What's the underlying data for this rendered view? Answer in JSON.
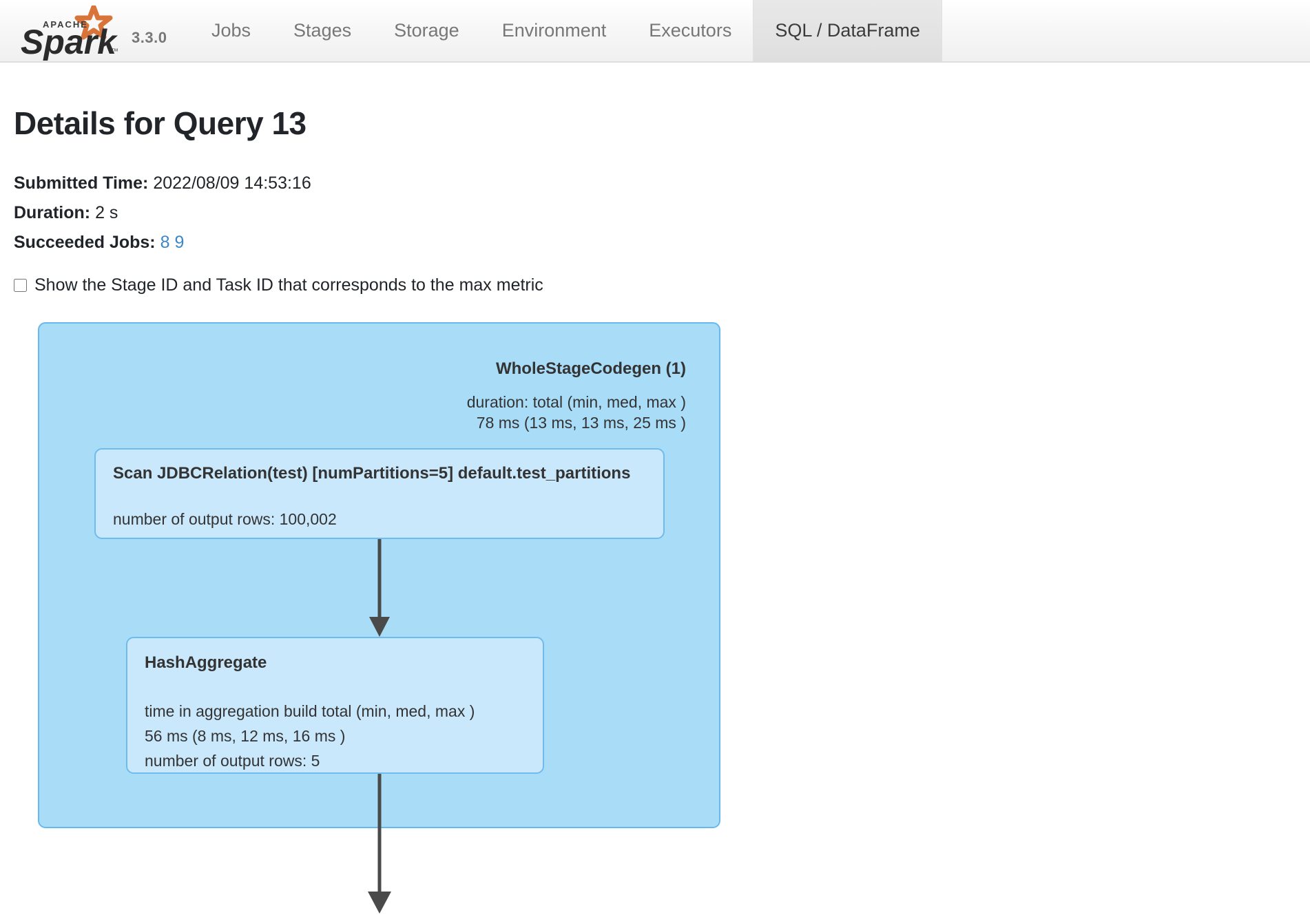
{
  "navbar": {
    "brand_name": "Apache Spark",
    "brand_sub": "APACHE",
    "version": "3.3.0",
    "tabs": [
      {
        "label": "Jobs",
        "active": false
      },
      {
        "label": "Stages",
        "active": false
      },
      {
        "label": "Storage",
        "active": false
      },
      {
        "label": "Environment",
        "active": false
      },
      {
        "label": "Executors",
        "active": false
      },
      {
        "label": "SQL / DataFrame",
        "active": true
      }
    ]
  },
  "header": {
    "title": "Details for Query 13",
    "submitted_time_label": "Submitted Time:",
    "submitted_time_value": "2022/08/09 14:53:16",
    "duration_label": "Duration:",
    "duration_value": "2 s",
    "succeeded_jobs_label": "Succeeded Jobs:",
    "succeeded_jobs": [
      "8",
      "9"
    ]
  },
  "options": {
    "show_stage_task_id_label": "Show the Stage ID and Task ID that corresponds to the max metric",
    "show_stage_task_id_checked": false
  },
  "plan": {
    "cluster": {
      "title": "WholeStageCodegen (1)",
      "metrics": "duration: total (min, med, max )\n78 ms (13 ms, 13 ms, 25 ms )"
    },
    "nodes": [
      {
        "id": "scan",
        "title": "Scan JDBCRelation(test) [numPartitions=5] default.test_partitions",
        "metrics": "number of output rows: 100,002"
      },
      {
        "id": "hash-aggregate",
        "title": "HashAggregate",
        "metrics": "time in aggregation build total (min, med, max )\n56 ms (8 ms, 12 ms, 16 ms )\nnumber of output rows: 5"
      }
    ]
  },
  "colors": {
    "cluster_fill": "#a9dcf7",
    "cluster_border": "#68b8ee",
    "node_fill": "#cae8fb",
    "node_border": "#6fbbee",
    "arrow": "#4a4a4a",
    "link": "#3c87c8",
    "logo_star": "#d8743a"
  }
}
